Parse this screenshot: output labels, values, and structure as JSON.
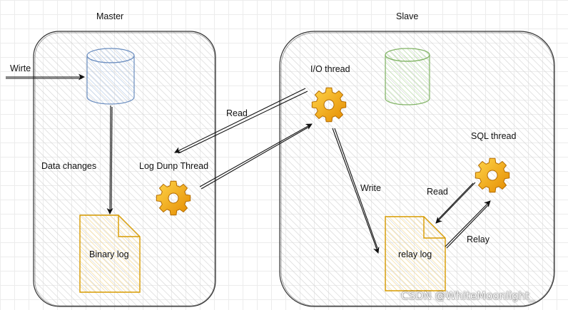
{
  "master": {
    "title": "Master"
  },
  "slave": {
    "title": "Slave"
  },
  "labels": {
    "write_in": "Wirte",
    "data_changes": "Data changes",
    "log_dump_thread": "Log Dunp Thread",
    "binary_log": "Binary log",
    "read_top": "Read",
    "io_thread": "I/O thread",
    "write_slave": "Write",
    "relay_log": "relay log",
    "sql_thread": "SQL thread",
    "read_sql": "Read",
    "relay": "Relay"
  },
  "watermark": "CSDN @WhiteMoonlight_",
  "colors": {
    "master_db": "#6c8ebf",
    "slave_db": "#82b366",
    "log_doc": "#d79b00",
    "gear": "#f0a30a",
    "box_border": "#333333"
  }
}
